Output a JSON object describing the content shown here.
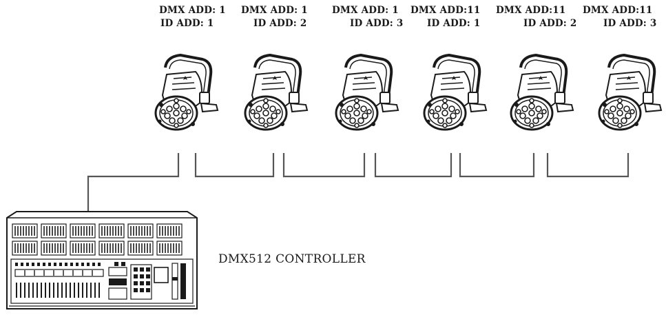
{
  "fixtures": [
    {
      "dmx_address": "DMX ADD: 1",
      "id_address": "ID ADD: 1"
    },
    {
      "dmx_address": "DMX ADD: 1",
      "id_address": "ID ADD: 2"
    },
    {
      "dmx_address": "DMX ADD: 1",
      "id_address": "ID ADD: 3"
    },
    {
      "dmx_address": "DMX ADD:11",
      "id_address": "ID ADD: 1"
    },
    {
      "dmx_address": "DMX ADD:11",
      "id_address": "ID ADD: 2"
    },
    {
      "dmx_address": "DMX ADD:11",
      "id_address": "ID ADD: 3"
    }
  ],
  "controller": {
    "label": "DMX512 CONTROLLER"
  },
  "colors": {
    "line": "#555555",
    "ink": "#1a1a1a",
    "background": "#ffffff"
  }
}
